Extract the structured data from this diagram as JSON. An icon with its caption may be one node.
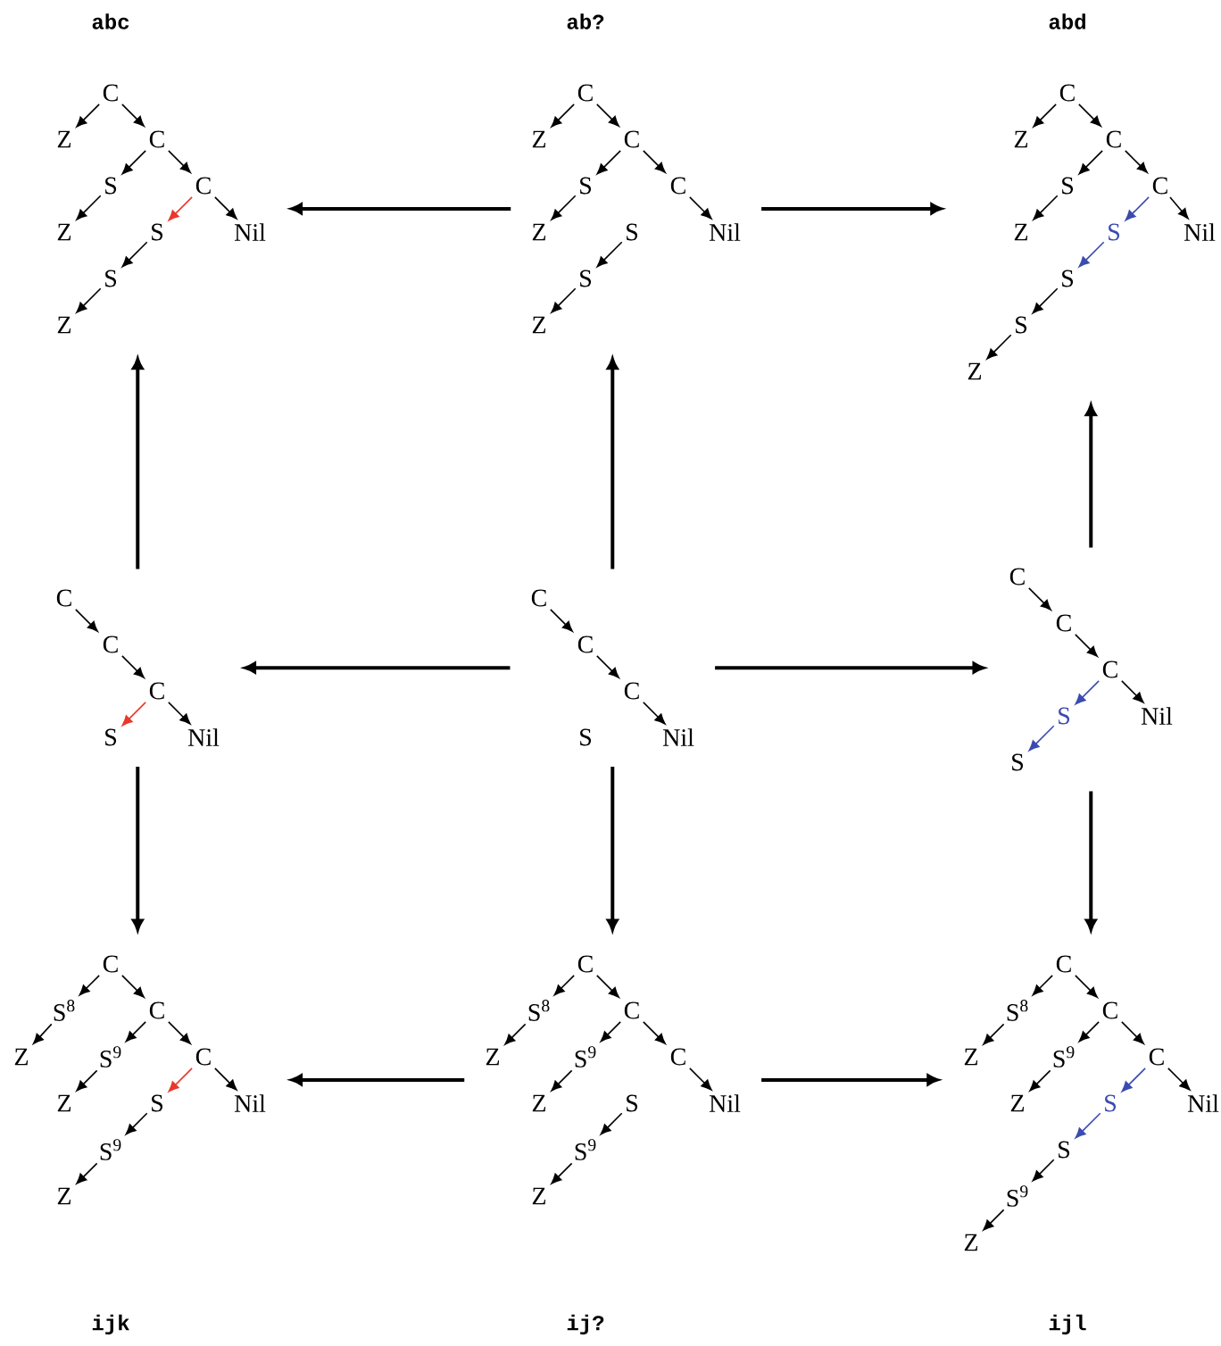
{
  "diagram": {
    "nodes": [
      {
        "text": [],
        "shape": "picture",
        "beside": [
          "abc"
        ]
      },
      {
        "text": [
          "C"
        ],
        "in": 0
      },
      {
        "text": [
          "Z"
        ],
        "in": 0
      },
      {
        "text": [
          "C"
        ],
        "in": 0
      },
      {
        "text": [
          "S"
        ],
        "in": 0
      },
      {
        "text": [
          "C"
        ],
        "in": 0
      },
      {
        "text": [
          "Z"
        ],
        "in": 0
      },
      {
        "text": [
          "S"
        ],
        "in": 0
      },
      {
        "text": [
          "Nil"
        ],
        "in": 0
      },
      {
        "text": [
          "S"
        ],
        "in": 0
      },
      {
        "text": [
          "Z"
        ],
        "in": 0
      },
      {
        "text": [],
        "shape": "picture",
        "beside": [
          "ab?"
        ]
      },
      {
        "text": [
          "C"
        ],
        "in": 11
      },
      {
        "text": [
          "Z"
        ],
        "in": 11
      },
      {
        "text": [
          "C"
        ],
        "in": 11
      },
      {
        "text": [
          "S"
        ],
        "in": 11
      },
      {
        "text": [
          "C"
        ],
        "in": 11
      },
      {
        "text": [
          "Z"
        ],
        "in": 11
      },
      {
        "text": [
          "S"
        ],
        "in": 11
      },
      {
        "text": [
          "Nil"
        ],
        "in": 11
      },
      {
        "text": [
          "S"
        ],
        "in": 11
      },
      {
        "text": [
          "Z"
        ],
        "in": 11
      },
      {
        "text": [],
        "shape": "picture",
        "beside": [
          "abd"
        ]
      },
      {
        "text": [
          "C"
        ],
        "in": 22
      },
      {
        "text": [
          "Z"
        ],
        "in": 22
      },
      {
        "text": [
          "C"
        ],
        "in": 22
      },
      {
        "text": [
          "S"
        ],
        "in": 22
      },
      {
        "text": [
          "C"
        ],
        "in": 22
      },
      {
        "text": [
          "Z"
        ],
        "in": 22
      },
      {
        "text": [
          "S"
        ],
        "in": 22
      },
      {
        "text": [
          "Nil"
        ],
        "in": 22
      },
      {
        "text": [
          "S"
        ],
        "in": 22
      },
      {
        "text": [
          "S"
        ],
        "in": 22
      },
      {
        "text": [
          "Z"
        ],
        "in": 22
      },
      {
        "text": [],
        "shape": "picture"
      },
      {
        "text": [
          "C"
        ],
        "in": 34
      },
      {
        "text": [
          "C"
        ],
        "in": 34
      },
      {
        "text": [
          "C"
        ],
        "in": 34
      },
      {
        "text": [
          "S"
        ],
        "in": 34
      },
      {
        "text": [
          "Nil"
        ],
        "in": 34
      },
      {
        "text": [],
        "shape": "picture"
      },
      {
        "text": [
          "C"
        ],
        "in": 40
      },
      {
        "text": [
          "C"
        ],
        "in": 40
      },
      {
        "text": [
          "C"
        ],
        "in": 40
      },
      {
        "text": [
          "S"
        ],
        "in": 40
      },
      {
        "text": [
          "Nil"
        ],
        "in": 40
      },
      {
        "text": [],
        "shape": "picture"
      },
      {
        "text": [
          "C"
        ],
        "in": 46
      },
      {
        "text": [
          "C"
        ],
        "in": 46
      },
      {
        "text": [
          "C"
        ],
        "in": 46
      },
      {
        "text": [
          "S"
        ],
        "in": 46
      },
      {
        "text": [
          "S"
        ],
        "in": 46
      },
      {
        "text": [
          "Nil"
        ],
        "in": 46
      },
      {
        "text": [],
        "shape": "picture"
      },
      {
        "text": [
          "C"
        ],
        "in": 53
      },
      {
        "text": [
          "S$^{8}$"
        ],
        "in": 53
      },
      {
        "text": [
          "C"
        ],
        "in": 53
      },
      {
        "text": [
          "Z"
        ],
        "in": 53
      },
      {
        "text": [
          "S$^{9}$"
        ],
        "in": 53
      },
      {
        "text": [
          "C"
        ],
        "in": 53
      },
      {
        "text": [
          "Z"
        ],
        "in": 53
      },
      {
        "text": [
          "S"
        ],
        "in": 53
      },
      {
        "text": [
          "Nil"
        ],
        "in": 53
      },
      {
        "text": [
          "S$^{9}$"
        ],
        "in": 53
      },
      {
        "text": [
          "Z"
        ],
        "in": 53
      },
      {
        "text": [],
        "shape": "picture"
      },
      {
        "text": [
          "C"
        ],
        "in": 65
      },
      {
        "text": [
          "S$^{8}$"
        ],
        "in": 65
      },
      {
        "text": [
          "C"
        ],
        "in": 65
      },
      {
        "text": [
          "Z"
        ],
        "in": 65
      },
      {
        "text": [
          "S$^{9}$"
        ],
        "in": 65
      },
      {
        "text": [
          "C"
        ],
        "in": 65
      },
      {
        "text": [
          "Z"
        ],
        "in": 65
      },
      {
        "text": [
          "S"
        ],
        "in": 65
      },
      {
        "text": [
          "Nil"
        ],
        "in": 65
      },
      {
        "text": [
          "S$^{9}$"
        ],
        "in": 65
      },
      {
        "text": [
          "Z"
        ],
        "in": 65
      },
      {
        "text": [],
        "shape": "picture"
      },
      {
        "text": [
          "C"
        ],
        "in": 77
      },
      {
        "text": [
          "S$^{8}$"
        ],
        "in": 77
      },
      {
        "text": [
          "C"
        ],
        "in": 77
      },
      {
        "text": [
          "Z"
        ],
        "in": 77
      },
      {
        "text": [
          "S$^{9}$"
        ],
        "in": 77
      },
      {
        "text": [
          "C"
        ],
        "in": 77
      },
      {
        "text": [
          "Z"
        ],
        "in": 77
      },
      {
        "text": [
          "S"
        ],
        "in": 77
      },
      {
        "text": [
          "Nil"
        ],
        "in": 77
      },
      {
        "text": [
          "S"
        ],
        "in": 77
      },
      {
        "text": [
          "S$^{9}$"
        ],
        "in": 77
      },
      {
        "text": [
          "Z"
        ],
        "in": 77
      }
    ],
    "edges": [
      {
        "from": 1,
        "to": 2,
        "arrow": "to"
      },
      {
        "from": 1,
        "to": 3,
        "arrow": "to"
      },
      {
        "from": 3,
        "to": 4,
        "arrow": "to"
      },
      {
        "from": 3,
        "to": 5,
        "arrow": "to"
      },
      {
        "from": 4,
        "to": 6,
        "arrow": "to"
      },
      {
        "from": 5,
        "to": 7,
        "arrow": "to",
        "color": "#e8392c"
      },
      {
        "from": 5,
        "to": 8,
        "arrow": "to"
      },
      {
        "from": 7,
        "to": 9,
        "arrow": "to"
      },
      {
        "from": 9,
        "to": 10,
        "arrow": "to"
      },
      {
        "from": 12,
        "to": 13,
        "arrow": "to"
      },
      {
        "from": 12,
        "to": 14,
        "arrow": "to"
      },
      {
        "from": 14,
        "to": 15,
        "arrow": "to"
      },
      {
        "from": 14,
        "to": 16,
        "arrow": "to"
      },
      {
        "from": 15,
        "to": 17,
        "arrow": "to"
      },
      {
        "from": 16,
        "to": 19,
        "arrow": "to"
      },
      {
        "from": 18,
        "to": 20,
        "arrow": "to"
      },
      {
        "from": 20,
        "to": 21,
        "arrow": "to"
      },
      {
        "from": 23,
        "to": 24,
        "arrow": "to"
      },
      {
        "from": 23,
        "to": 25,
        "arrow": "to"
      },
      {
        "from": 25,
        "to": 26,
        "arrow": "to"
      },
      {
        "from": 25,
        "to": 27,
        "arrow": "to"
      },
      {
        "from": 26,
        "to": 28,
        "arrow": "to"
      },
      {
        "from": 27,
        "to": 29,
        "arrow": "to",
        "color": "#3b4bb0"
      },
      {
        "from": 27,
        "to": 30,
        "arrow": "to"
      },
      {
        "from": 29,
        "to": 31,
        "arrow": "to",
        "color": "#3b4bb0"
      },
      {
        "from": 31,
        "to": 32,
        "arrow": "to"
      },
      {
        "from": 32,
        "to": 33,
        "arrow": "to"
      },
      {
        "from": 35,
        "to": 36,
        "arrow": "to"
      },
      {
        "from": 36,
        "to": 37,
        "arrow": "to"
      },
      {
        "from": 37,
        "to": 38,
        "arrow": "to",
        "color": "#e8392c"
      },
      {
        "from": 37,
        "to": 39,
        "arrow": "to"
      },
      {
        "from": 41,
        "to": 42,
        "arrow": "to"
      },
      {
        "from": 42,
        "to": 43,
        "arrow": "to"
      },
      {
        "from": 43,
        "to": 45,
        "arrow": "to"
      },
      {
        "from": 47,
        "to": 48,
        "arrow": "to"
      },
      {
        "from": 48,
        "to": 49,
        "arrow": "to"
      },
      {
        "from": 49,
        "to": 50,
        "arrow": "to",
        "color": "#3b4bb0"
      },
      {
        "from": 49,
        "to": 52,
        "arrow": "to"
      },
      {
        "from": 50,
        "to": 51,
        "arrow": "to",
        "color": "#3b4bb0"
      },
      {
        "from": 54,
        "to": 55,
        "arrow": "to"
      },
      {
        "from": 54,
        "to": 56,
        "arrow": "to"
      },
      {
        "from": 55,
        "to": 57,
        "arrow": "to"
      },
      {
        "from": 56,
        "to": 58,
        "arrow": "to"
      },
      {
        "from": 56,
        "to": 59,
        "arrow": "to"
      },
      {
        "from": 58,
        "to": 60,
        "arrow": "to"
      },
      {
        "from": 59,
        "to": 61,
        "arrow": "to",
        "color": "#e8392c"
      },
      {
        "from": 59,
        "to": 62,
        "arrow": "to"
      },
      {
        "from": 61,
        "to": 63,
        "arrow": "to"
      },
      {
        "from": 63,
        "to": 64,
        "arrow": "to"
      },
      {
        "from": 66,
        "to": 67,
        "arrow": "to"
      },
      {
        "from": 66,
        "to": 68,
        "arrow": "to"
      },
      {
        "from": 67,
        "to": 69,
        "arrow": "to"
      },
      {
        "from": 68,
        "to": 70,
        "arrow": "to"
      },
      {
        "from": 68,
        "to": 71,
        "arrow": "to"
      },
      {
        "from": 70,
        "to": 72,
        "arrow": "to"
      },
      {
        "from": 71,
        "to": 74,
        "arrow": "to"
      },
      {
        "from": 73,
        "to": 75,
        "arrow": "to"
      },
      {
        "from": 75,
        "to": 76,
        "arrow": "to"
      },
      {
        "from": 78,
        "to": 79,
        "arrow": "to"
      },
      {
        "from": 78,
        "to": 80,
        "arrow": "to"
      },
      {
        "from": 79,
        "to": 81,
        "arrow": "to"
      },
      {
        "from": 80,
        "to": 82,
        "arrow": "to"
      },
      {
        "from": 80,
        "to": 83,
        "arrow": "to"
      },
      {
        "from": 82,
        "to": 84,
        "arrow": "to"
      },
      {
        "from": 83,
        "to": 85,
        "arrow": "to",
        "color": "#3b4bb0"
      },
      {
        "from": 83,
        "to": 86,
        "arrow": "to"
      },
      {
        "from": 85,
        "to": 87,
        "arrow": "to",
        "color": "#3b4bb0"
      },
      {
        "from": 87,
        "to": 88,
        "arrow": "to"
      },
      {
        "from": 88,
        "to": 89,
        "arrow": "to"
      },
      {
        "from": 11,
        "to": 0,
        "arrow": "to"
      },
      {
        "from": 11,
        "to": 22,
        "arrow": "to"
      },
      {
        "from": 34,
        "to": 0,
        "arrow": "to"
      },
      {
        "from": 40,
        "to": 11,
        "arrow": "to"
      },
      {
        "from": 46,
        "to": 22,
        "arrow": "to"
      },
      {
        "from": 40,
        "to": 34,
        "arrow": "to"
      },
      {
        "from": 40,
        "to": 46,
        "arrow": "to"
      },
      {
        "from": 34,
        "to": 53,
        "arrow": "to"
      },
      {
        "from": 40,
        "to": 65,
        "arrow": "to"
      },
      {
        "from": 46,
        "to": 77,
        "arrow": "to"
      },
      {
        "from": 65,
        "to": 53,
        "arrow": "to"
      },
      {
        "from": 65,
        "to": 77,
        "arrow": "to"
      }
    ],
    "labels": [
      "ijk",
      "ij?",
      "ijl"
    ]
  }
}
